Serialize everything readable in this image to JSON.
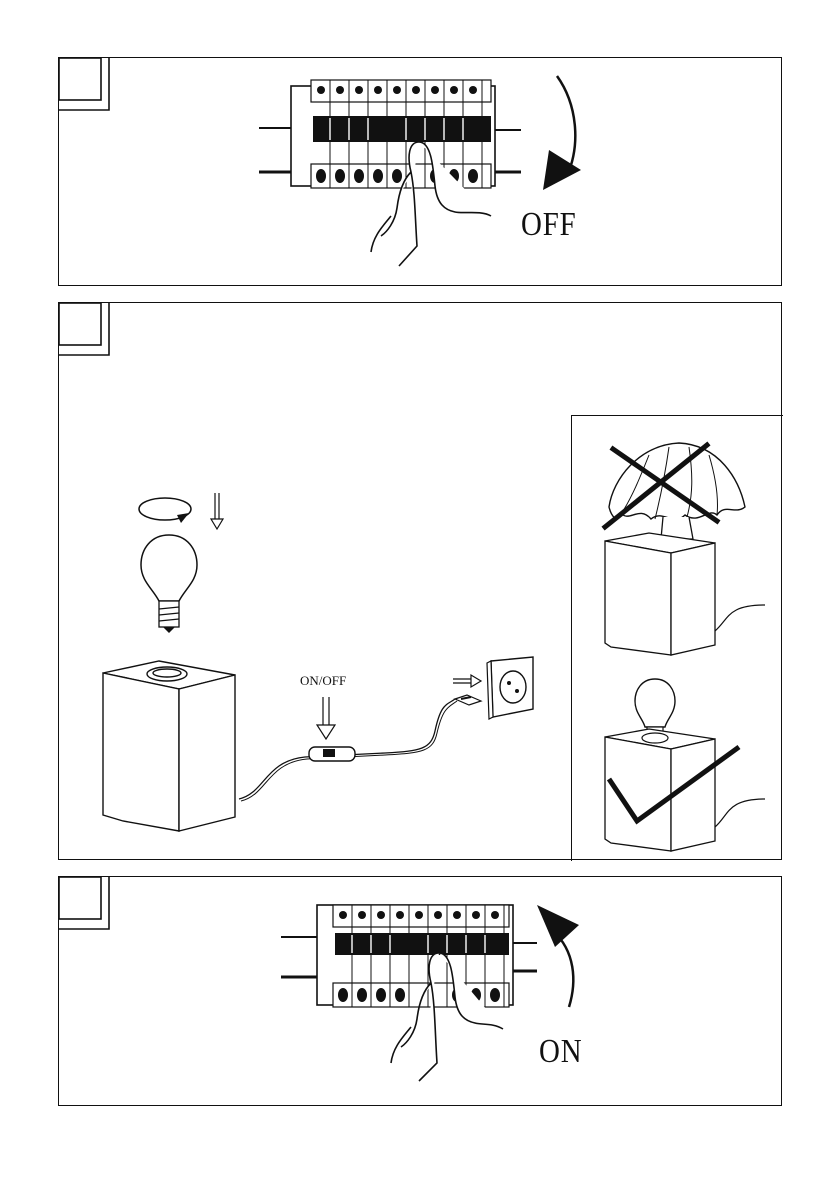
{
  "steps": [
    {
      "label": "OFF"
    },
    {
      "label": "ON/OFF"
    },
    {
      "label": "ON"
    }
  ],
  "colors": {
    "ink": "#111111",
    "paper": "#ffffff"
  },
  "icons": [
    "breaker-panel-icon",
    "hand-icon",
    "rotate-arrow-icon",
    "light-bulb-icon",
    "lamp-base-icon",
    "power-switch-icon",
    "wall-socket-icon",
    "cross-mark-icon",
    "check-mark-icon"
  ]
}
